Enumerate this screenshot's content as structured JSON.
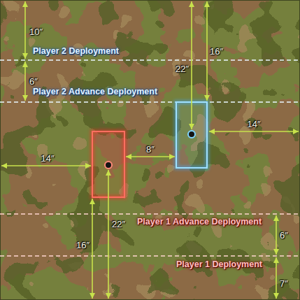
{
  "diagram": {
    "labels": [
      "10″",
      "Player 2 Deployment",
      "16″",
      "22″",
      "6″",
      "Player 2 Advance Deployment",
      "14″",
      "8″",
      "14″",
      "Player 1 Advance Deployment",
      "22″",
      "6″",
      "16″",
      "Player 1 Deployment",
      "7″"
    ]
  }
}
